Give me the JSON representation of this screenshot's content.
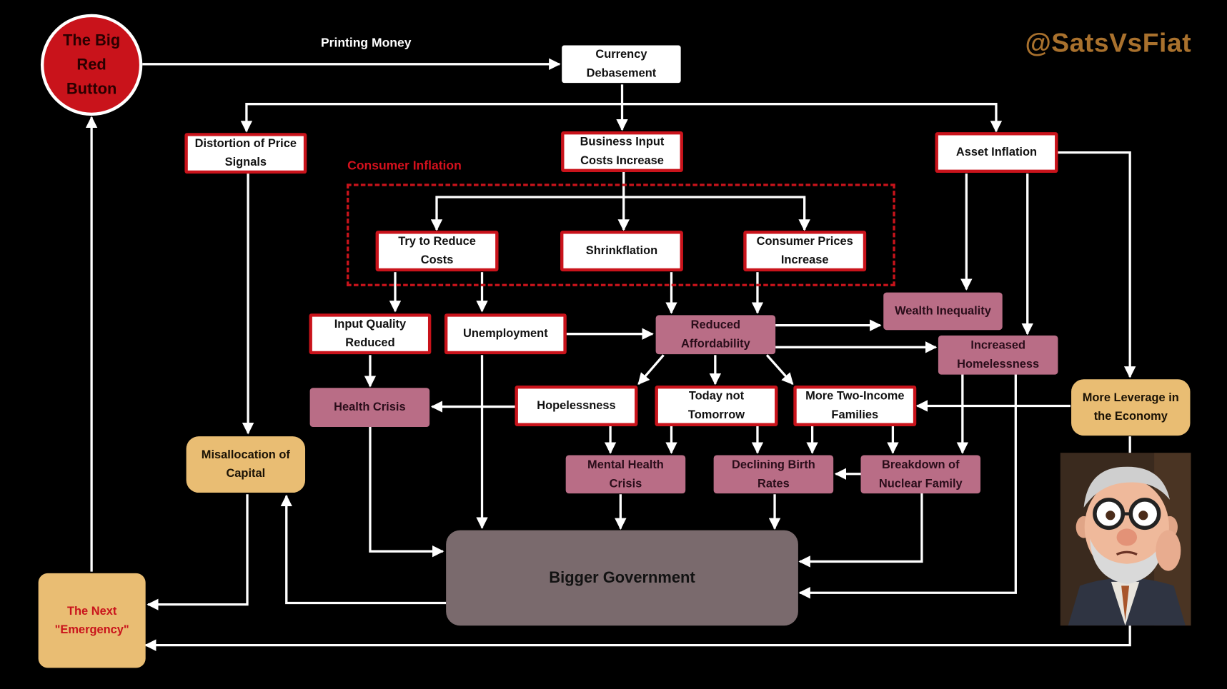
{
  "title_node": "The Big Red Button",
  "printing_label": "Printing Money",
  "watermark": "@SatsVsFiat",
  "group_label": "Consumer Inflation",
  "nodes": {
    "currency": "Currency Debasement",
    "distortion": "Distortion of Price Signals",
    "business": "Business Input Costs Increase",
    "asset": "Asset Inflation",
    "reduce_costs": "Try to Reduce Costs",
    "shrinkflation": "Shrinkflation",
    "consumer_prices": "Consumer Prices Increase",
    "wealth": "Wealth Inequality",
    "input_quality": "Input Quality Reduced",
    "unemployment": "Unemployment",
    "affordability": "Reduced Affordability",
    "homelessness": "Increased Homelessness",
    "health_crisis": "Health Crisis",
    "hopelessness": "Hopelessness",
    "today": "Today not Tomorrow",
    "two_income": "More Two-Income Families",
    "leverage": "More Leverage in the Economy",
    "misallocation": "Misallocation of Capital",
    "mental": "Mental Health Crisis",
    "birth": "Declining Birth Rates",
    "nuclear": "Breakdown of Nuclear Family",
    "bigger_gov": "Bigger Government",
    "next_emergency": "The Next \"Emergency\""
  },
  "colors": {
    "background": "#000000",
    "accent_red": "#c9131b",
    "pink_node": "#b96d86",
    "tan_node": "#e9bd73",
    "gov_node": "#7a6a6d",
    "watermark": "#a9712d"
  }
}
